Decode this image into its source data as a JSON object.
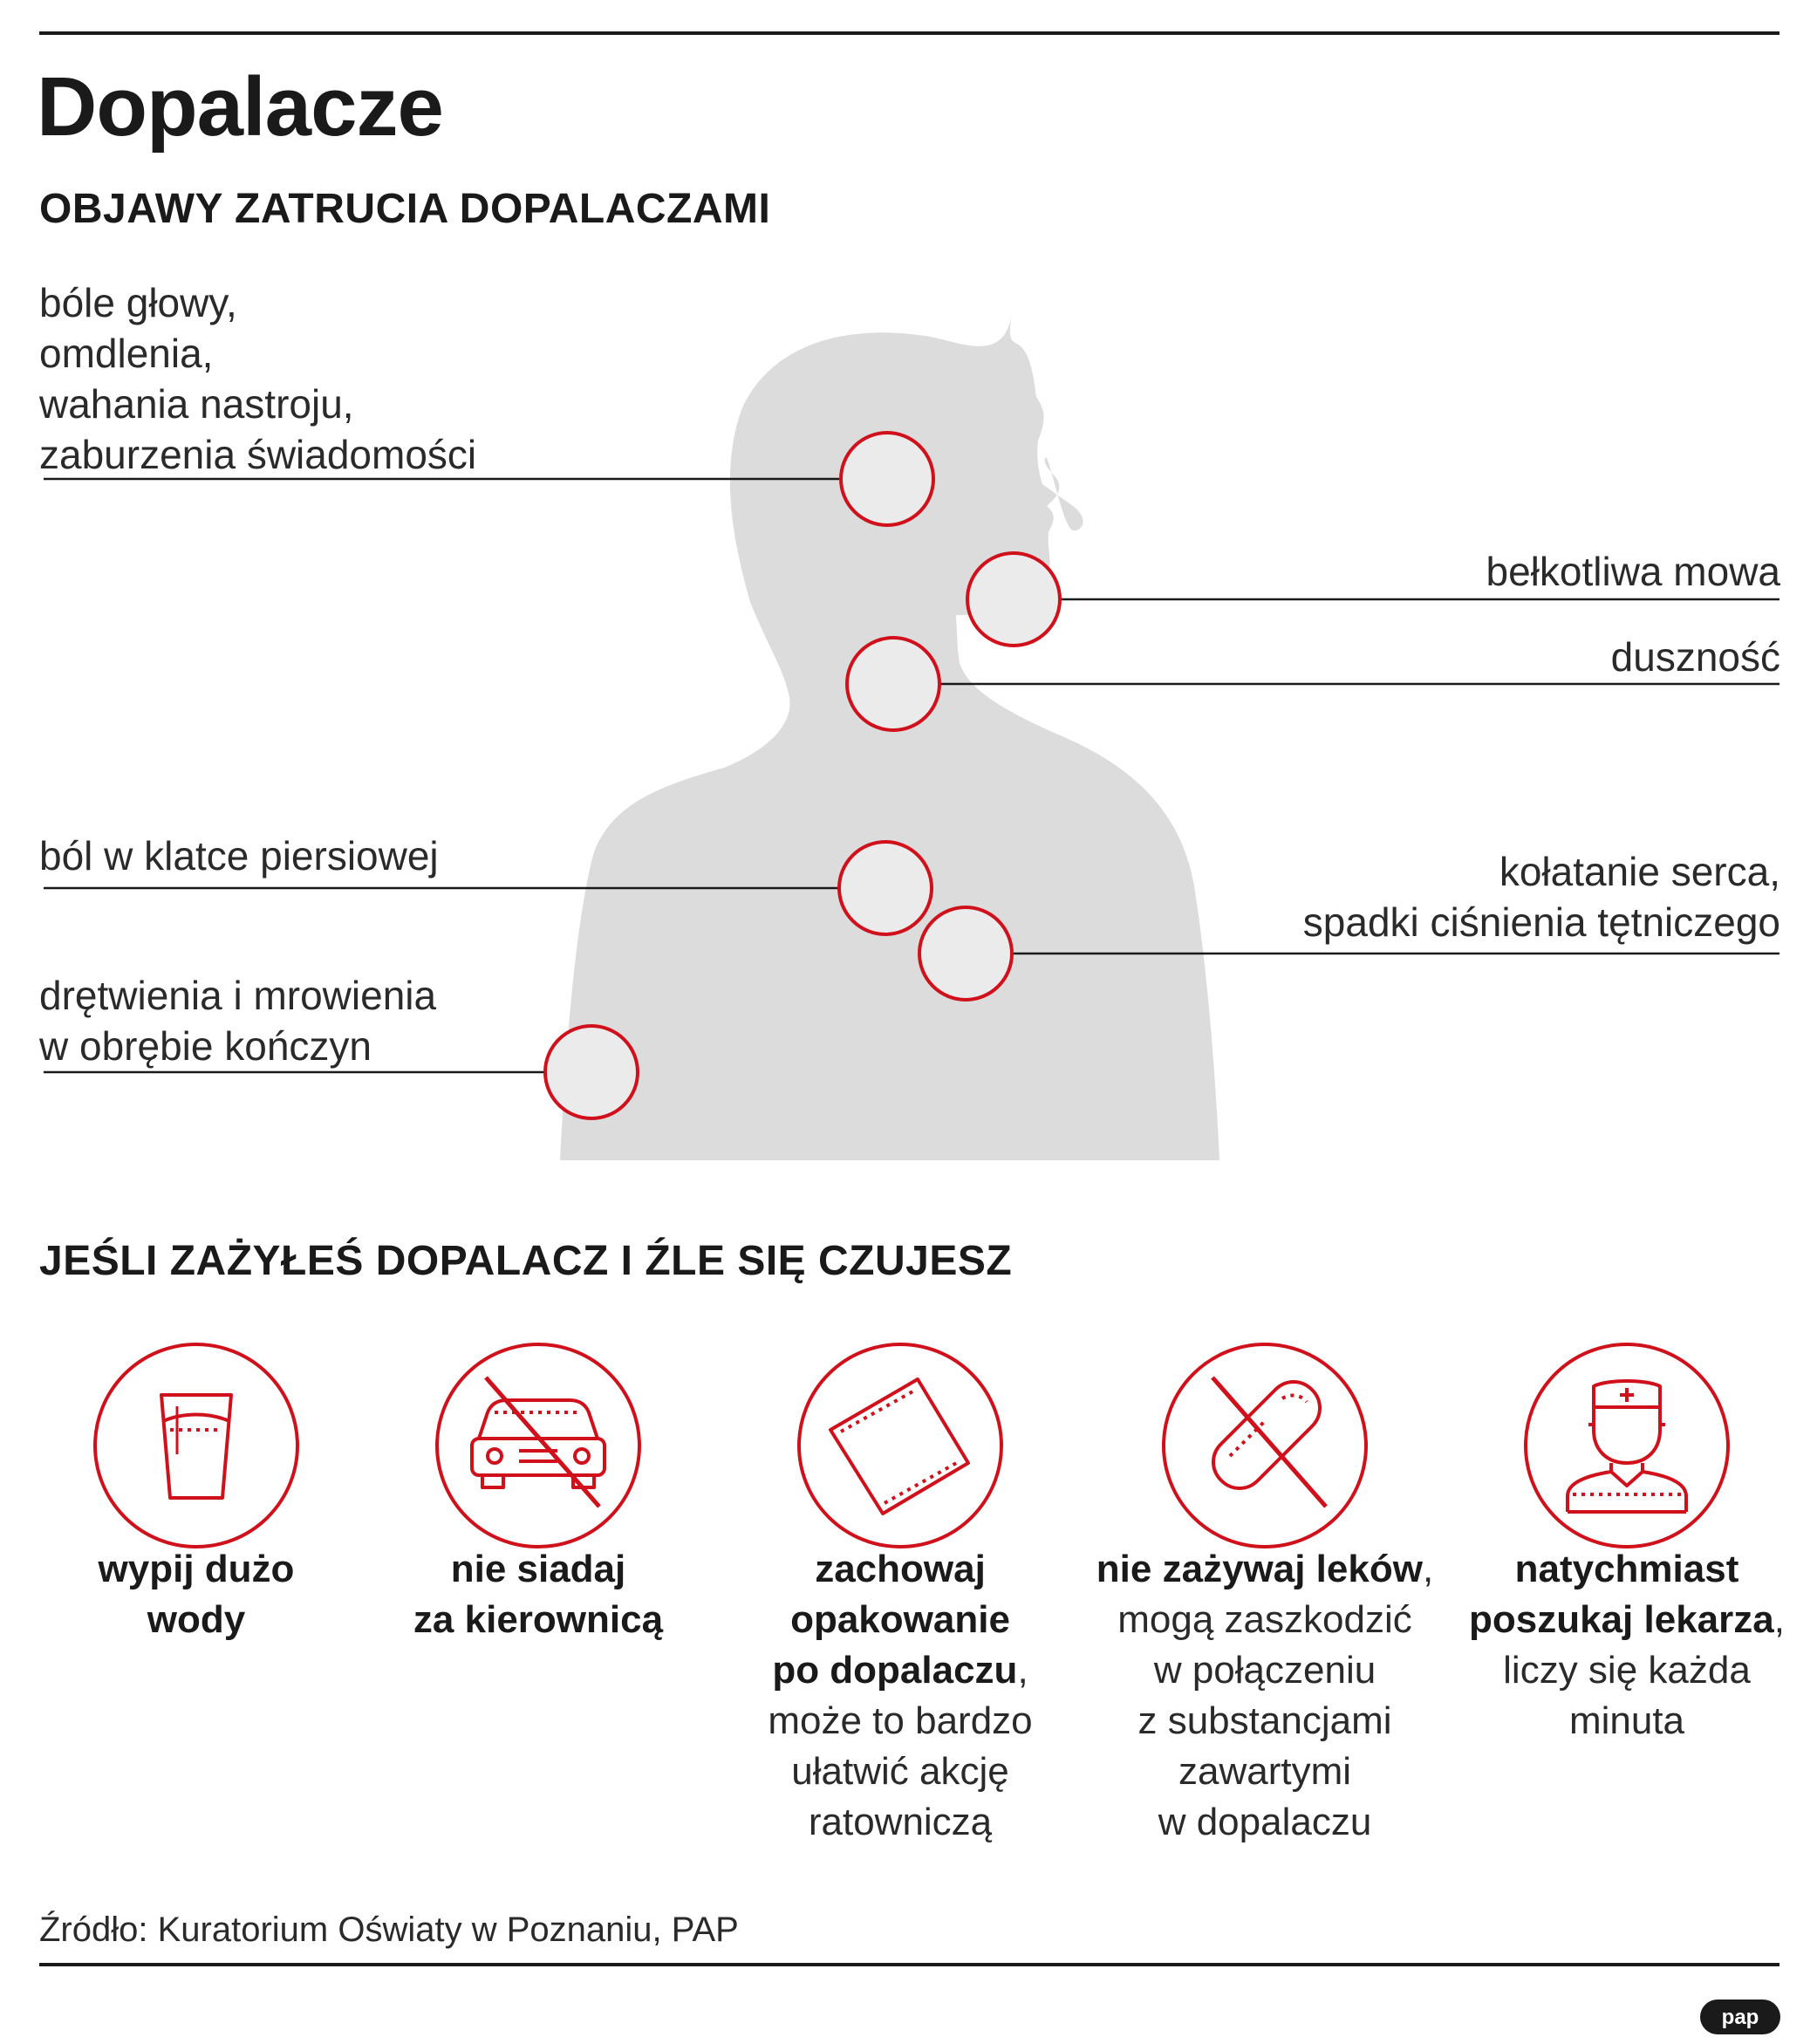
{
  "title": "Dopalacze",
  "symptoms_section": {
    "heading": "OBJAWY ZATRUCIA DOPALACZAMI",
    "symptoms": [
      {
        "lines": [
          "bóle głowy,",
          "omdlenia,",
          "wahania nastroju,",
          "zaburzenia świadomości"
        ]
      },
      {
        "lines": [
          "bełkotliwa mowa"
        ]
      },
      {
        "lines": [
          "duszność"
        ]
      },
      {
        "lines": [
          "ból w klatce piersiowej"
        ]
      },
      {
        "lines": [
          "kołatanie serca,",
          "spadki ciśnienia tętniczego"
        ]
      },
      {
        "lines": [
          "drętwienia i mrowienia",
          "w obrębie kończyn"
        ]
      }
    ]
  },
  "actions_section": {
    "heading": "JEŚLI ZAŻYŁEŚ DOPALACZ I ŹLE SIĘ CZUJESZ",
    "actions": [
      {
        "icon": "glass-of-water-icon",
        "bold": [
          "wypij dużo",
          "wody"
        ],
        "bold_suffix": "",
        "normal": []
      },
      {
        "icon": "no-driving-car-icon",
        "bold": [
          "nie siadaj",
          "za kierownicą"
        ],
        "bold_suffix": "",
        "normal": []
      },
      {
        "icon": "packet-icon",
        "bold": [
          "zachowaj",
          "opakowanie",
          "po dopalaczu"
        ],
        "bold_suffix": ",",
        "normal": [
          "może to bardzo",
          "ułatwić akcję",
          "ratowniczą"
        ]
      },
      {
        "icon": "no-pills-icon",
        "bold": [
          "nie zażywaj leków"
        ],
        "bold_suffix": ",",
        "normal": [
          "mogą zaszkodzić",
          "w połączeniu",
          "z substancjami",
          "zawartymi",
          "w dopalaczu"
        ]
      },
      {
        "icon": "doctor-icon",
        "bold": [
          "natychmiast",
          "poszukaj lekarza"
        ],
        "bold_suffix": ",",
        "normal": [
          "liczy się każda",
          "minuta"
        ]
      }
    ]
  },
  "source": "Źródło: Kuratorium Oświaty w Poznaniu, PAP",
  "logo_text": "pap",
  "colors": {
    "accent": "#d0111b",
    "silhouette": "#dcdcdd",
    "text": "#1a1a1a",
    "circle_fill": "#ebebec"
  }
}
